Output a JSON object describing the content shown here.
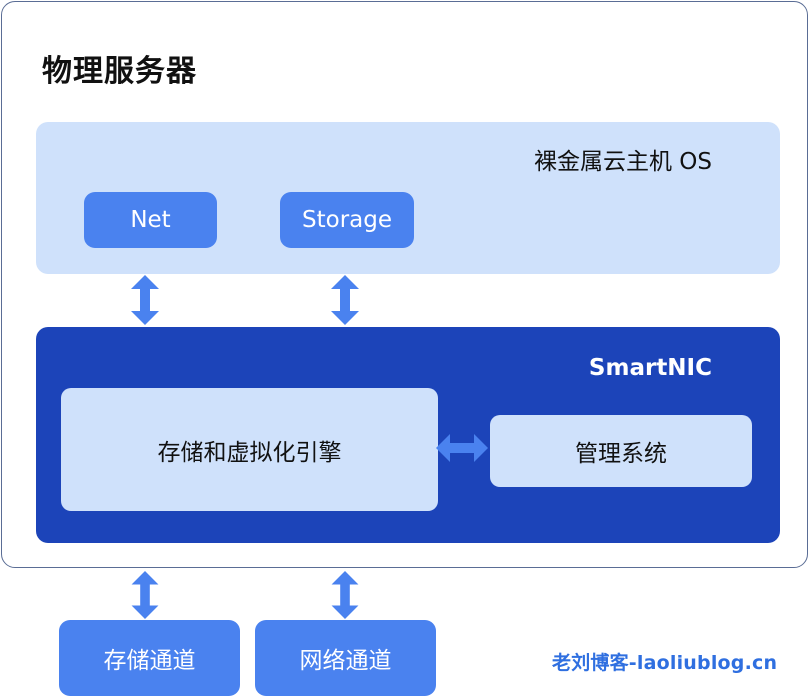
{
  "server": {
    "title": "物理服务器"
  },
  "os": {
    "title": "裸金属云主机 OS",
    "net_label": "Net",
    "storage_label": "Storage"
  },
  "smartnic": {
    "title": "SmartNIC",
    "engine_label": "存储和虚拟化引擎",
    "mgmt_label": "管理系统"
  },
  "channels": {
    "storage_label": "存储通道",
    "network_label": "网络通道"
  },
  "watermark": "老刘博客-laoliublog.cn",
  "colors": {
    "light_blue": "#cfe1fb",
    "mid_blue": "#4a82ef",
    "dark_blue": "#1c44b9",
    "arrow_blue": "#4a82ef",
    "border": "#5a6d95"
  }
}
